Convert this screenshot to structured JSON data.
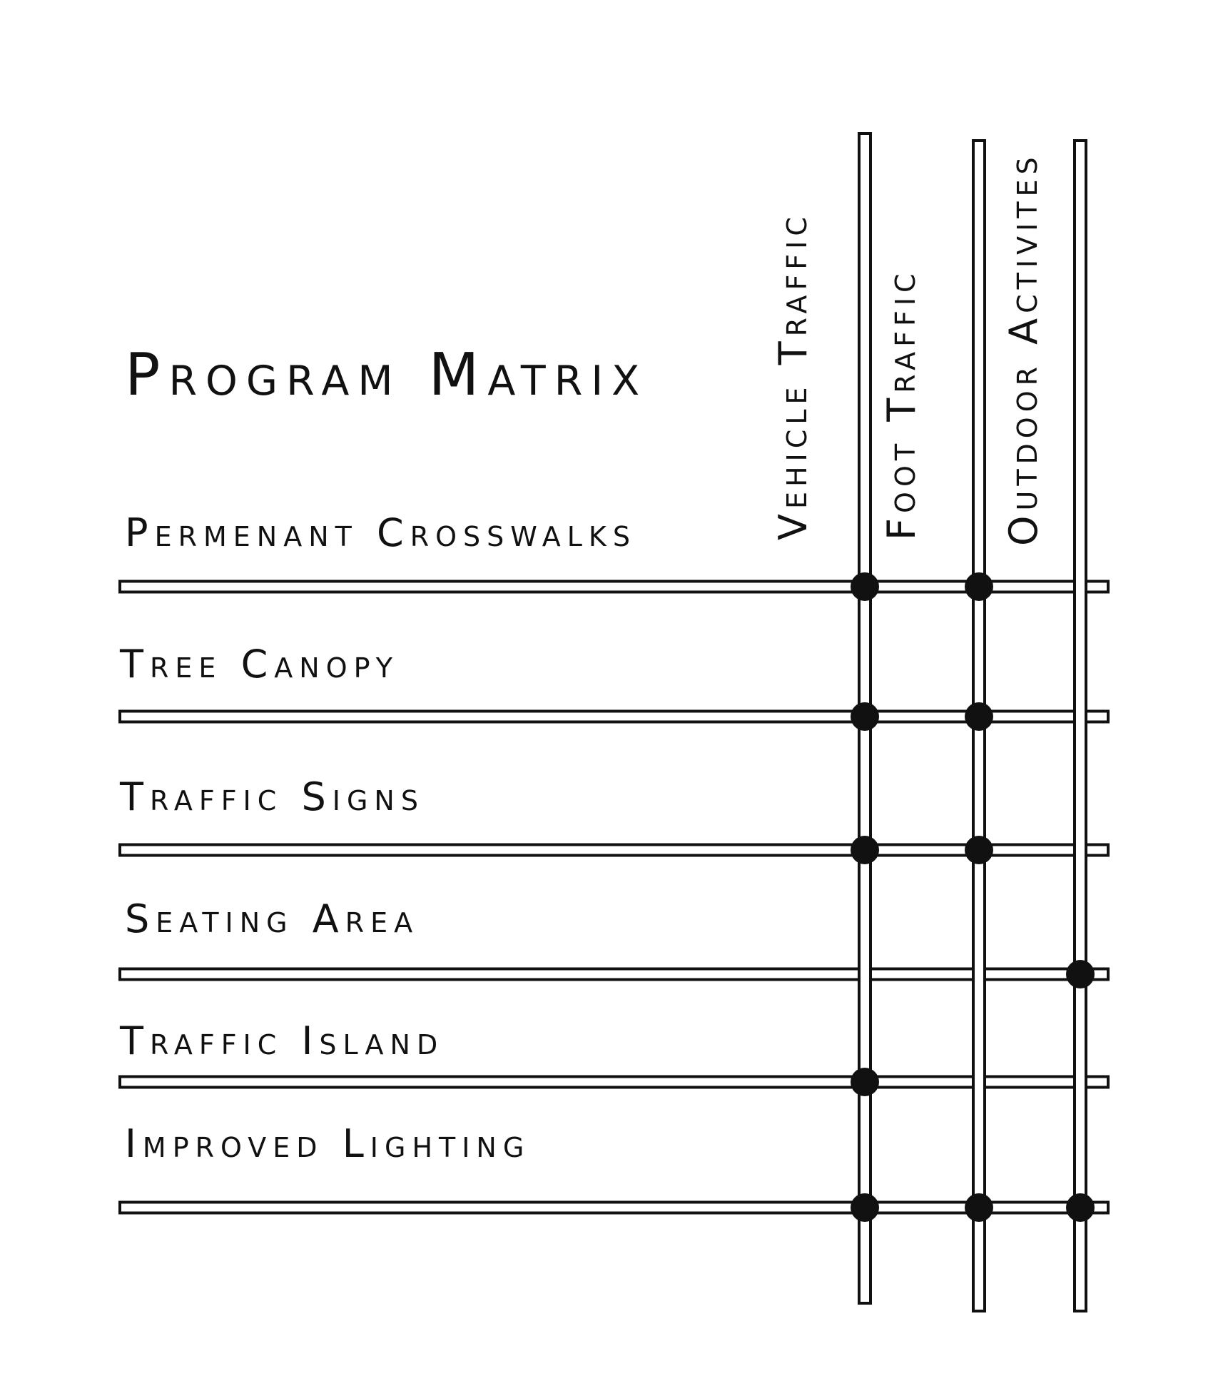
{
  "title": "Program Matrix",
  "columns": [
    {
      "id": "vehicle",
      "label": "Vehicle Traffic"
    },
    {
      "id": "foot",
      "label": "Foot Traffic"
    },
    {
      "id": "outdoor",
      "label": "Outdoor Activites"
    }
  ],
  "rows": [
    {
      "label": "Permenant Crosswalks",
      "marks": [
        "vehicle",
        "foot"
      ]
    },
    {
      "label": "Tree Canopy",
      "marks": [
        "vehicle",
        "foot"
      ]
    },
    {
      "label": "Traffic Signs",
      "marks": [
        "vehicle",
        "foot"
      ]
    },
    {
      "label": "Seating Area",
      "marks": [
        "outdoor"
      ]
    },
    {
      "label": "Traffic Island",
      "marks": [
        "vehicle"
      ]
    },
    {
      "label": "Improved Lighting",
      "marks": [
        "vehicle",
        "foot",
        "outdoor"
      ]
    }
  ],
  "colors": {
    "line": "#111111",
    "background": "#ffffff",
    "dot": "#111111"
  }
}
